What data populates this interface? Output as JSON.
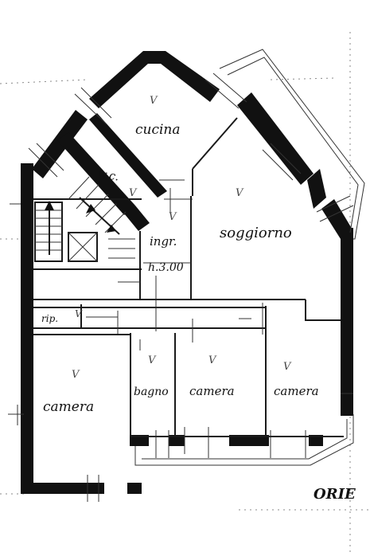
{
  "rooms": {
    "cucina": "cucina",
    "wc": "w.c.",
    "ingresso": "ingr.",
    "altezza": "h.3.00",
    "soggiorno": "soggiorno",
    "rip": "rip.",
    "camera_1": "camera",
    "bagno": "bagno",
    "camera_2": "camera",
    "camera_3": "camera"
  },
  "orientation_label": "ORIE",
  "marks": {
    "v": "V"
  },
  "colors": {
    "wall": "#111111",
    "paper": "#ffffff"
  }
}
